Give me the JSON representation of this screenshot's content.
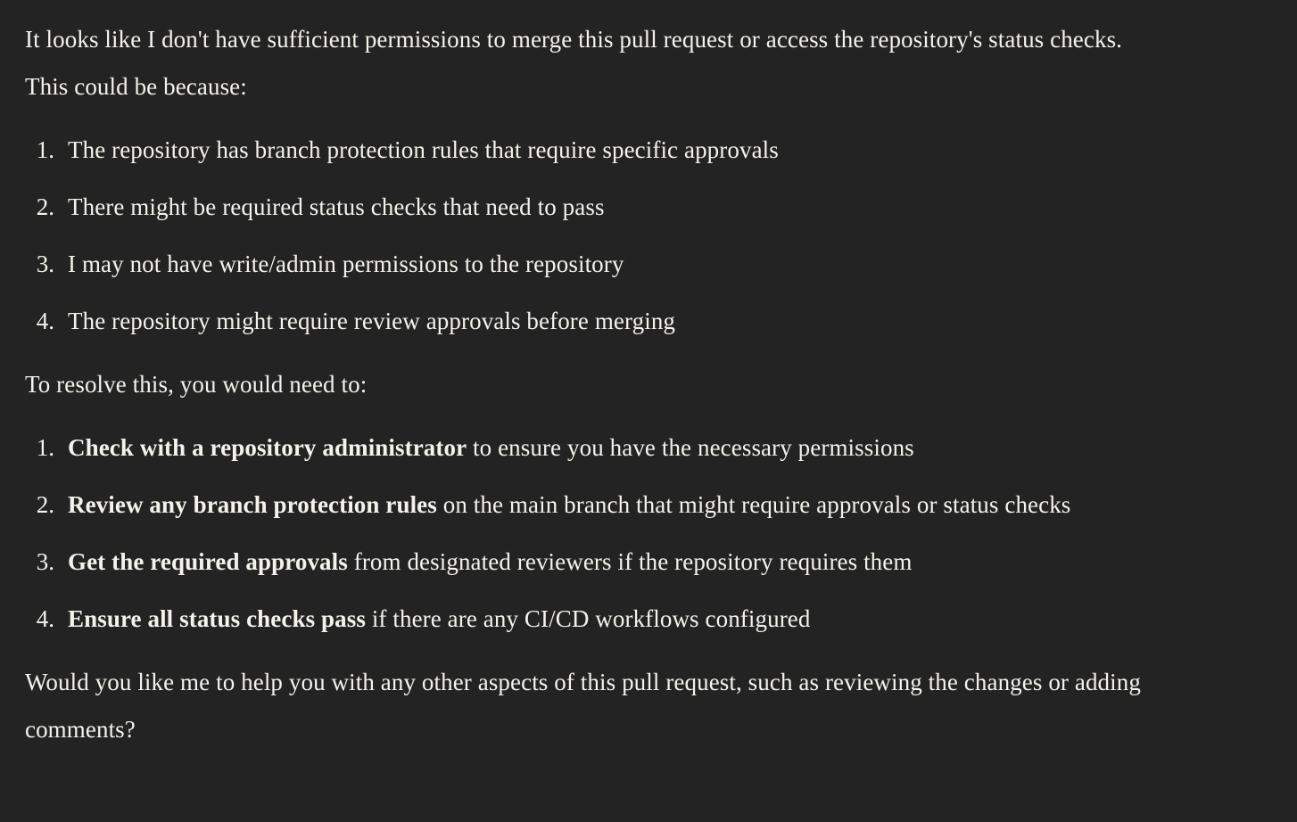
{
  "theme": {
    "background": "#232323",
    "text_color": "#f5f2ea"
  },
  "message": {
    "intro_paragraph": "It looks like I don't have sufficient permissions to merge this pull request or access the repository's status checks. This could be because:",
    "causes_list": [
      "The repository has branch protection rules that require specific approvals",
      "There might be required status checks that need to pass",
      "I may not have write/admin permissions to the repository",
      "The repository might require review approvals before merging"
    ],
    "resolve_heading": "To resolve this, you would need to:",
    "resolution_list": [
      {
        "bold": "Check with a repository administrator",
        "rest": " to ensure you have the necessary permissions"
      },
      {
        "bold": "Review any branch protection rules",
        "rest": " on the main branch that might require approvals or status checks"
      },
      {
        "bold": "Get the required approvals",
        "rest": " from designated reviewers if the repository requires them"
      },
      {
        "bold": "Ensure all status checks pass",
        "rest": " if there are any CI/CD workflows configured"
      }
    ],
    "closing_paragraph": "Would you like me to help you with any other aspects of this pull request, such as reviewing the changes or adding comments?"
  }
}
